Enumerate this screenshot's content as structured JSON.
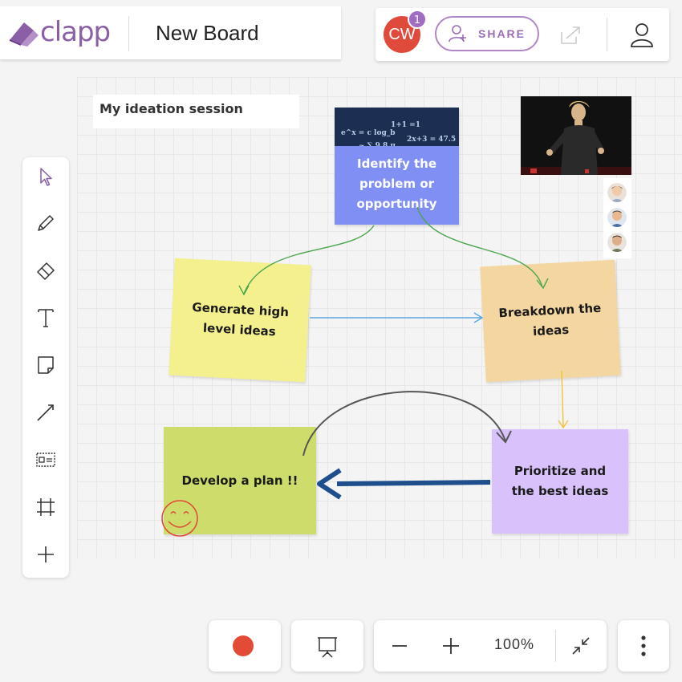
{
  "header": {
    "app_name": "clapp",
    "board_title": "New Board",
    "avatar_initials": "CW",
    "notification_count": "1",
    "share_label": "SHARE"
  },
  "toolbar": {
    "tools": [
      {
        "name": "select",
        "icon": "cursor-icon"
      },
      {
        "name": "pen",
        "icon": "pencil-icon"
      },
      {
        "name": "eraser",
        "icon": "eraser-icon"
      },
      {
        "name": "text",
        "icon": "text-icon"
      },
      {
        "name": "sticky-note",
        "icon": "sticky-note-icon"
      },
      {
        "name": "line",
        "icon": "line-icon"
      },
      {
        "name": "card",
        "icon": "card-icon"
      },
      {
        "name": "frame",
        "icon": "frame-icon"
      },
      {
        "name": "add",
        "icon": "plus-icon"
      }
    ]
  },
  "board": {
    "session_title": "My ideation session",
    "notes": {
      "problem": "Identify the problem or opportunity",
      "generate": "Generate high level ideas",
      "breakdown": "Breakdown the ideas",
      "develop": "Develop a plan !!",
      "prioritize": "Prioritize and the best ideas"
    },
    "colors": {
      "problem": "#7f8ff4",
      "generate": "#f5f08e",
      "breakdown": "#f4d6a0",
      "develop": "#cddc6a",
      "prioritize": "#d9c2fb",
      "accent": "#9a6db5",
      "record": "#e34b36"
    }
  },
  "bottom": {
    "zoom_level": "100%"
  }
}
